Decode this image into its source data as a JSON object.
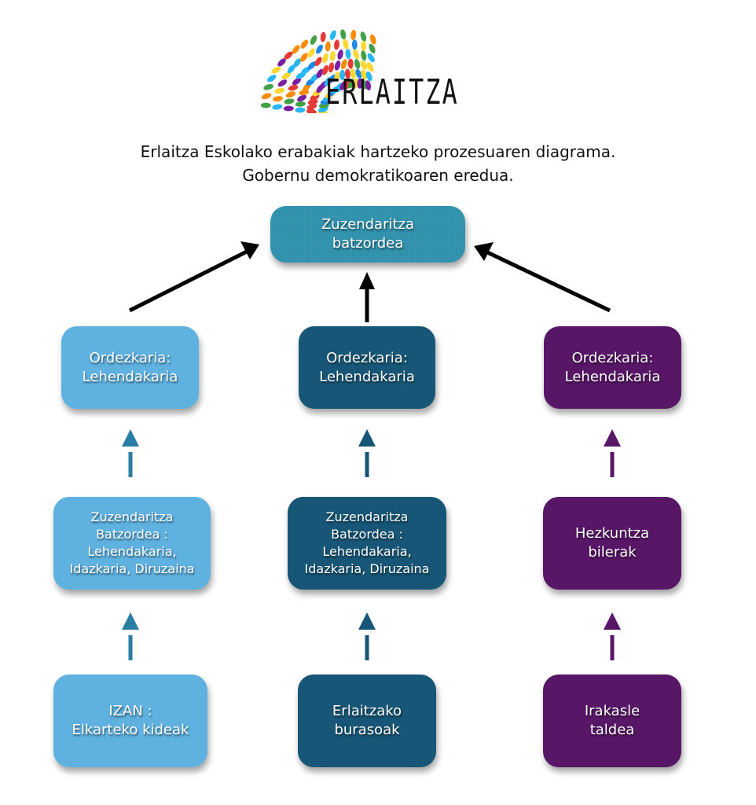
{
  "logo": {
    "wordmark": "ERLAITZA",
    "icon": "colorful-leaves-arc-icon"
  },
  "caption": {
    "line1": "Erlaitza Eskolako erabakiak hartzeko prozesuaren diagrama.",
    "line2": "Gobernu demokratikoaren eredua."
  },
  "colors": {
    "top": "#2d8fab",
    "light_blue": "#5fb1e0",
    "dark_blue": "#175676",
    "purple": "#581667",
    "arrow_black": "#000000",
    "arrow_blue": "#2a7ea3",
    "arrow_purple": "#581667"
  },
  "diagram": {
    "top": {
      "label": "Zuzendaritza\nbatzordea"
    },
    "columns": [
      {
        "name": "izan",
        "representative": "Ordezkaria:\nLehendakaria",
        "committee": "Zuzendaritza\nBatzordea :\nLehendakaria,\nIdazkaria, Diruzaina",
        "base": "IZAN :\nElkarteko kideak"
      },
      {
        "name": "parents",
        "representative": "Ordezkaria:\nLehendakaria",
        "committee": "Zuzendaritza\nBatzordea :\nLehendakaria,\nIdazkaria, Diruzaina",
        "base": "Erlaitzako\nburasoak"
      },
      {
        "name": "teachers",
        "representative": "Ordezkaria:\nLehendakaria",
        "committee": "Hezkuntza\nbilerak",
        "base": "Irakasle\ntaldea"
      }
    ]
  }
}
